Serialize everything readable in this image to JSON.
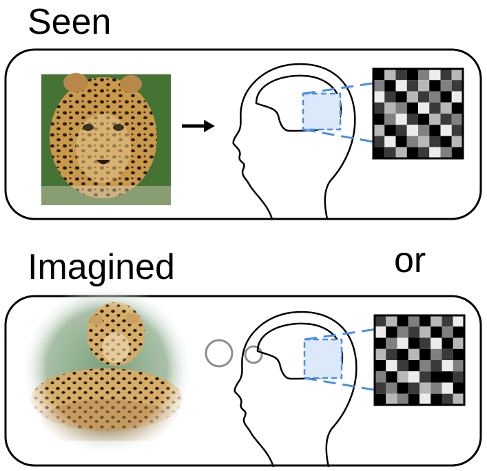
{
  "labels": {
    "seen": "Seen",
    "imagined": "Imagined",
    "or": "or"
  },
  "colors": {
    "accent_blue": "#4a8ee6",
    "region_fill": "#dce9fb",
    "thought_bubble": "#8c8c8c",
    "panel_stroke": "#000000"
  },
  "panels": [
    {
      "name": "seen",
      "stimulus": "leopard-photo",
      "link": "arrow-right-icon"
    },
    {
      "name": "imagined",
      "stimulus": "leopard-imagined-photo",
      "link": "thought-bubbles-icon"
    }
  ],
  "matrix_grid": {
    "rows": 8,
    "cols": 8,
    "seen_shades": [
      [
        0,
        3,
        1,
        0,
        2,
        4,
        1,
        3
      ],
      [
        2,
        0,
        4,
        1,
        3,
        0,
        2,
        1
      ],
      [
        4,
        1,
        0,
        3,
        1,
        2,
        0,
        4
      ],
      [
        1,
        3,
        2,
        0,
        4,
        1,
        3,
        0
      ],
      [
        0,
        2,
        4,
        1,
        0,
        3,
        1,
        2
      ],
      [
        3,
        0,
        1,
        4,
        2,
        0,
        4,
        1
      ],
      [
        1,
        4,
        0,
        2,
        3,
        1,
        0,
        3
      ],
      [
        0,
        1,
        3,
        0,
        1,
        4,
        2,
        0
      ]
    ],
    "imagined_shades": [
      [
        1,
        3,
        0,
        2,
        0,
        3,
        1,
        4
      ],
      [
        4,
        0,
        2,
        1,
        3,
        0,
        2,
        0
      ],
      [
        0,
        2,
        4,
        0,
        1,
        4,
        0,
        3
      ],
      [
        3,
        1,
        0,
        3,
        0,
        2,
        1,
        0
      ],
      [
        0,
        4,
        1,
        0,
        2,
        1,
        4,
        2
      ],
      [
        2,
        0,
        3,
        4,
        1,
        0,
        0,
        1
      ],
      [
        1,
        2,
        0,
        1,
        3,
        2,
        4,
        0
      ],
      [
        0,
        3,
        2,
        0,
        4,
        0,
        1,
        3
      ]
    ],
    "shade_palette": [
      "#000000",
      "#3a3a3a",
      "#808080",
      "#b8b8b8",
      "#ececec"
    ]
  }
}
